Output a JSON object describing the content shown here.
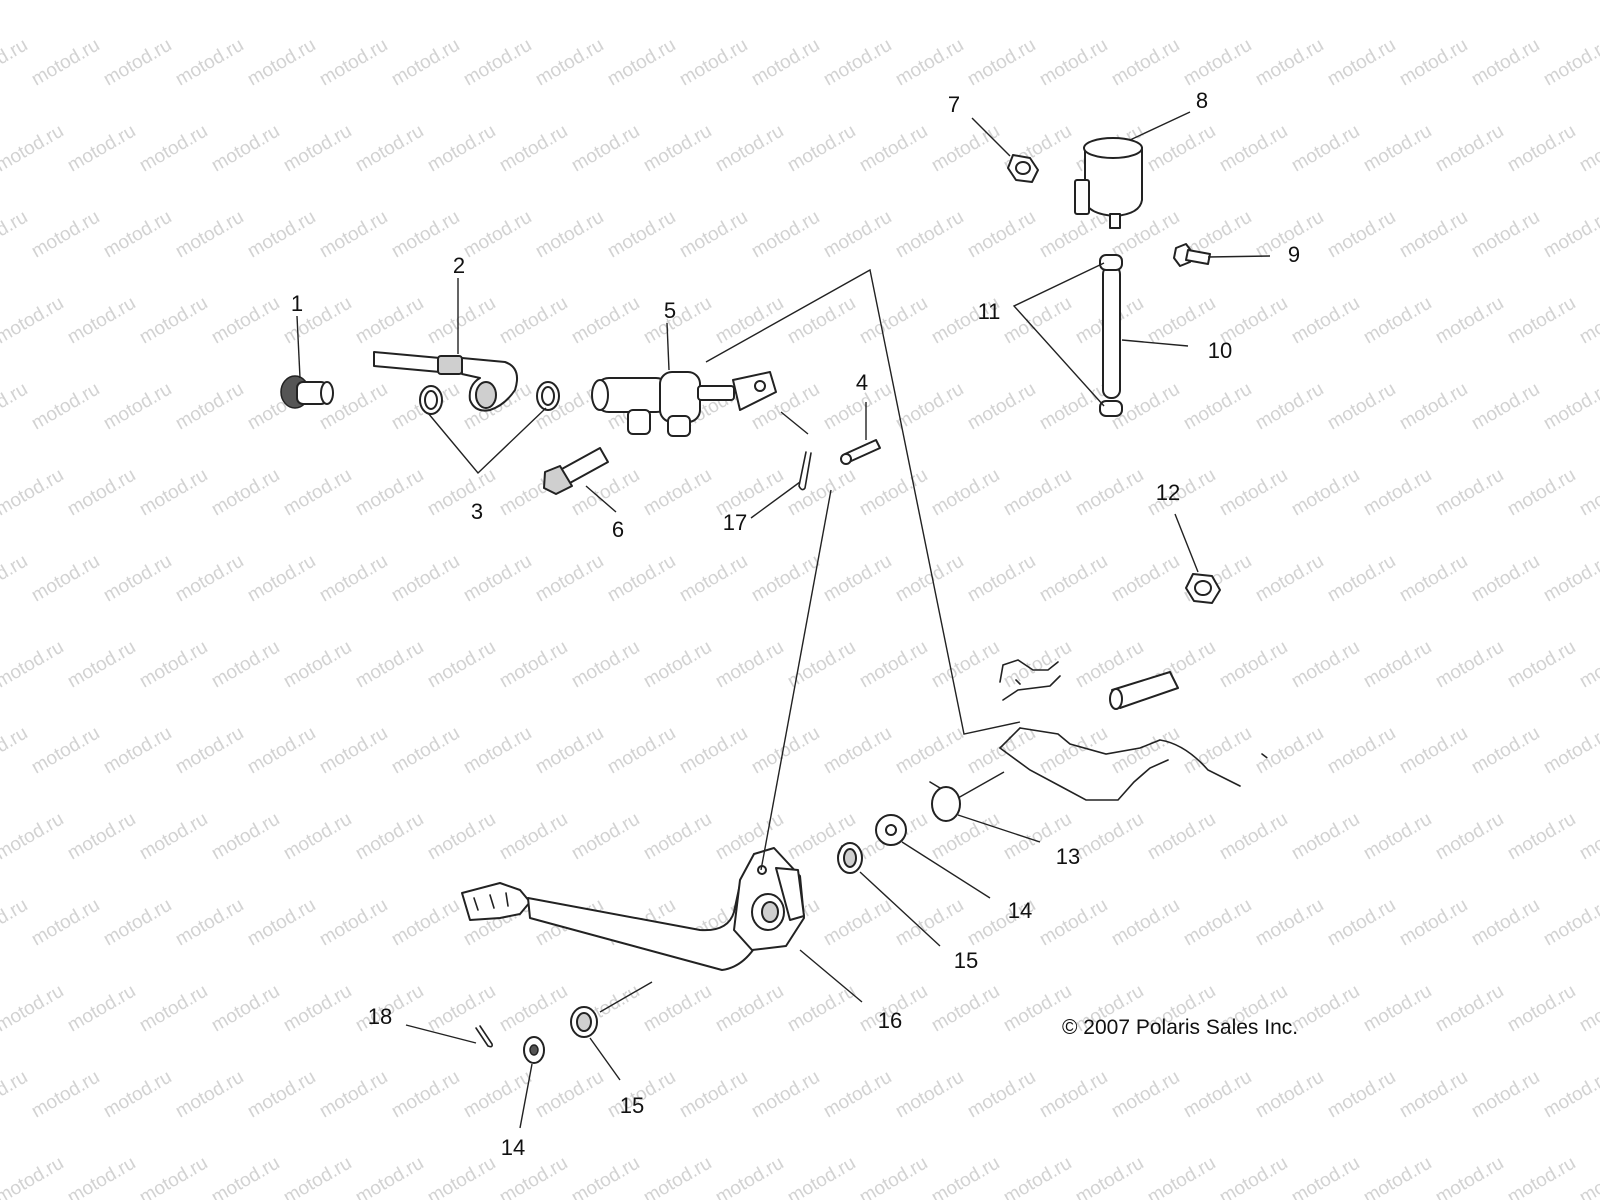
{
  "watermark": {
    "text": "motod.ru"
  },
  "copyright": "© 2007 Polaris Sales Inc.",
  "callouts": {
    "c1": "1",
    "c2": "2",
    "c3": "3",
    "c4": "4",
    "c5": "5",
    "c6": "6",
    "c7": "7",
    "c8": "8",
    "c9": "9",
    "c10": "10",
    "c11": "11",
    "c12": "12",
    "c13": "13",
    "c14a": "14",
    "c14b": "14",
    "c15a": "15",
    "c15b": "15",
    "c16": "16",
    "c17": "17",
    "c18": "18"
  },
  "colors": {
    "ink": "#222222",
    "watermark": "#d2d2d2",
    "background": "#ffffff"
  }
}
